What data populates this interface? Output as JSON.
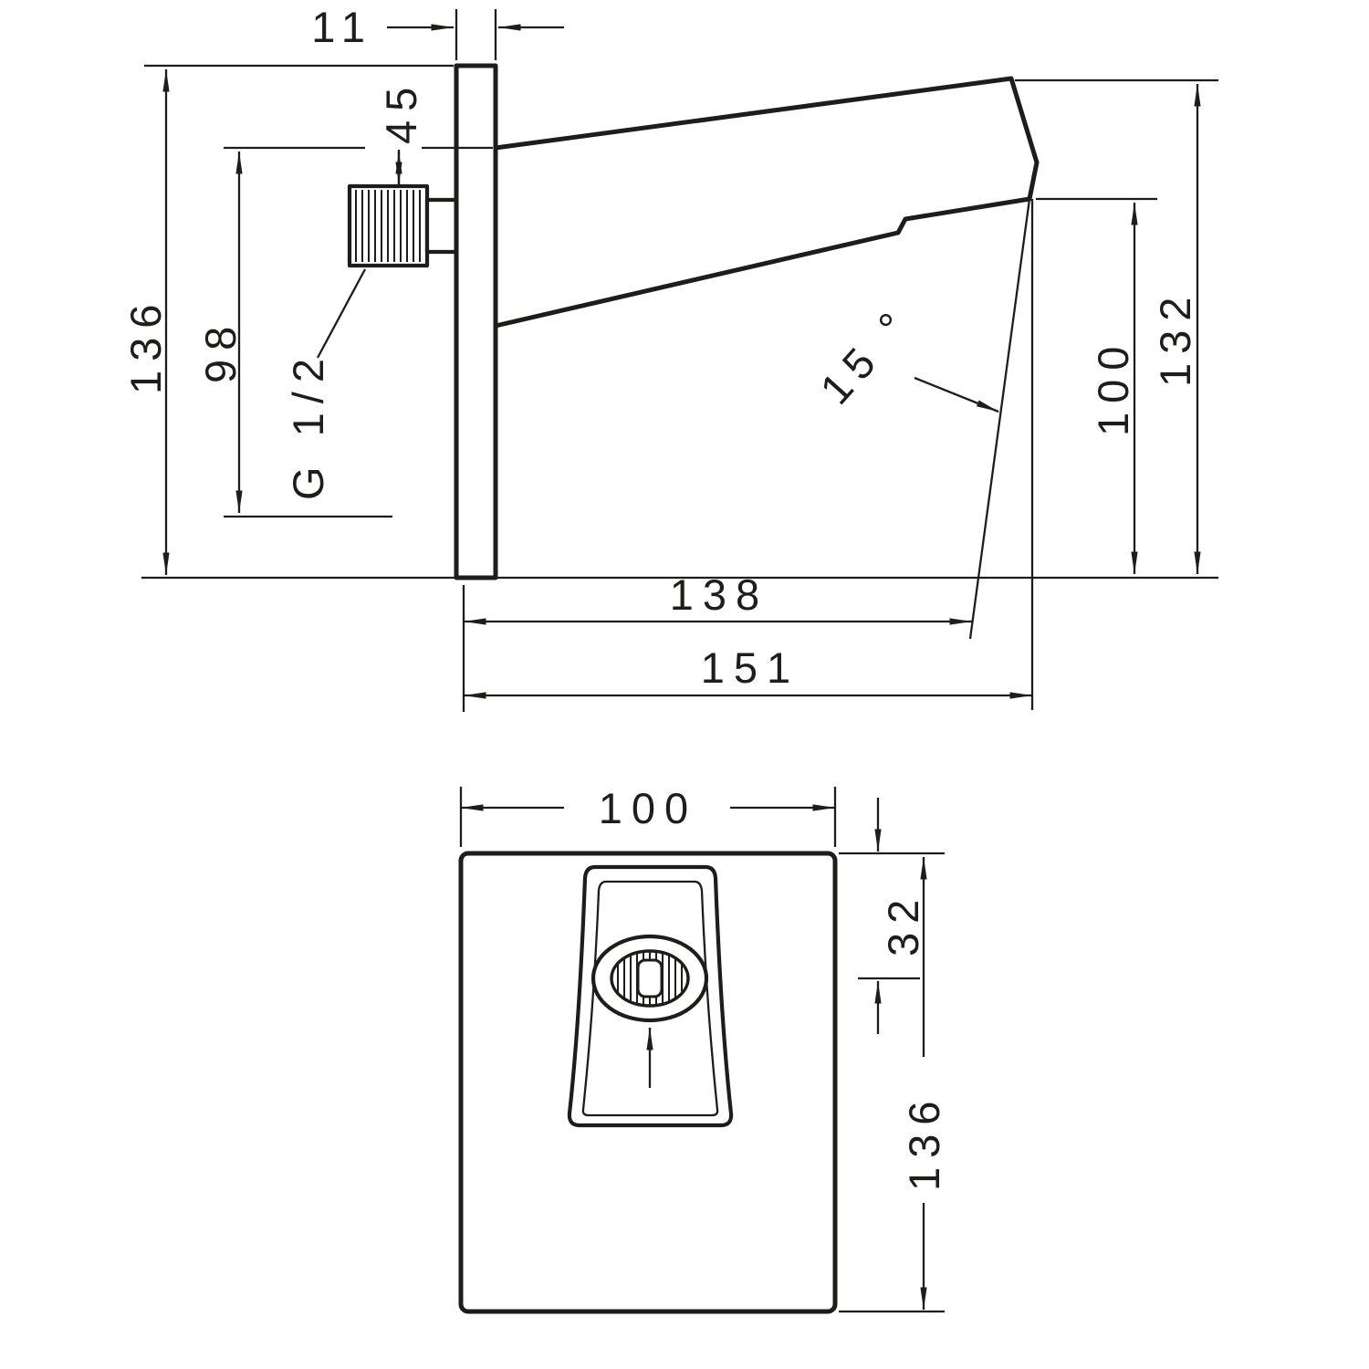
{
  "page": {
    "background_color": "#ffffff",
    "line_color": "#1d1d1b",
    "type": "technical dimensional drawing of a wall-mounted spout (side elevation and front view)"
  },
  "side_view": {
    "labels": {
      "plate_thickness": "11",
      "overall_height": "136",
      "inlet_height": "98",
      "inlet_top_offset": "45",
      "thread_size": "G 1/2",
      "spout_angle": "15 °",
      "outlet_height": "100",
      "spout_tip_height": "132",
      "projection_outlet": "138",
      "projection_total": "151"
    }
  },
  "front_view": {
    "labels": {
      "width": "100",
      "aerator_offset": "32",
      "height": "136"
    }
  }
}
